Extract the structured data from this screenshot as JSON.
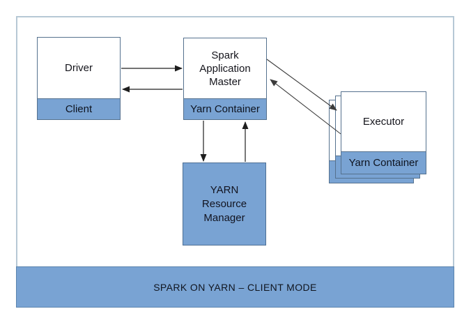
{
  "banner": {
    "label": "SPARK ON YARN – CLIENT MODE"
  },
  "nodes": {
    "driver": {
      "title": "Driver",
      "container": "Client"
    },
    "spark_application_master": {
      "title": "Spark Application Master",
      "container": "Yarn Container"
    },
    "yarn_resource_manager": {
      "title": "YARN Resource Manager"
    },
    "executor": {
      "title": "Executor",
      "container": "Yarn Container"
    }
  },
  "connections": [
    {
      "from": "Driver",
      "to": "Spark Application Master"
    },
    {
      "from": "Spark Application Master",
      "to": "Driver"
    },
    {
      "from": "Spark Application Master",
      "to": "YARN Resource Manager"
    },
    {
      "from": "YARN Resource Manager",
      "to": "Spark Application Master"
    },
    {
      "from": "Spark Application Master",
      "to": "Executor"
    },
    {
      "from": "Executor",
      "to": "Spark Application Master"
    }
  ],
  "colors": {
    "node_fill_blue": "#79a3d3",
    "node_border": "#55718e",
    "frame_border": "#b6c8d5",
    "arrow_dark": "#1e1e1e",
    "arrow_gray": "#4a4a4a",
    "text": "#14141b",
    "background": "#ffffff"
  }
}
